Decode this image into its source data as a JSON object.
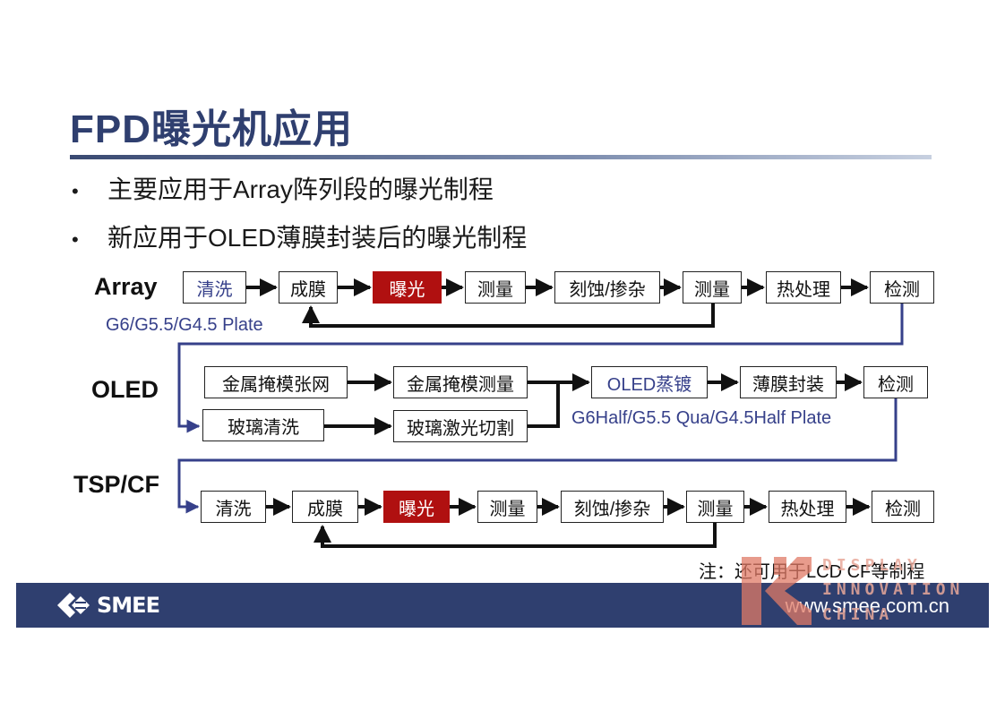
{
  "title": "FPD曝光机应用",
  "bullets": [
    "主要应用于Array阵列段的曝光制程",
    "新应用于OLED薄膜封装后的曝光制程"
  ],
  "bullet_char": "•",
  "array": {
    "label": "Array",
    "plate": "G6/G5.5/G4.5 Plate",
    "steps": [
      "清洗",
      "成膜",
      "曝光",
      "测量",
      "刻蚀/掺杂",
      "测量",
      "热处理",
      "检测"
    ]
  },
  "oled": {
    "label": "OLED",
    "plate": "G6Half/G5.5 Qua/G4.5Half Plate",
    "steps": [
      "金属掩模张网",
      "金属掩模测量",
      "玻璃清洗",
      "玻璃激光切割",
      "OLED蒸镀",
      "薄膜封装",
      "检测"
    ]
  },
  "tsp": {
    "label": "TSP/CF",
    "steps": [
      "清洗",
      "成膜",
      "曝光",
      "测量",
      "刻蚀/掺杂",
      "测量",
      "热处理",
      "检测"
    ]
  },
  "note": "注：还可用于LCD CF等制程",
  "footer": {
    "logo_text": "SMEE",
    "url": "www.smee.com.cn"
  },
  "watermark": [
    "DISPLAY",
    "INNOVATION",
    "CHINA"
  ],
  "colors": {
    "title": "#2f3f6f",
    "highlight": "#b01010",
    "blue_text": "#36408a",
    "footer": "#2f3f6f"
  }
}
